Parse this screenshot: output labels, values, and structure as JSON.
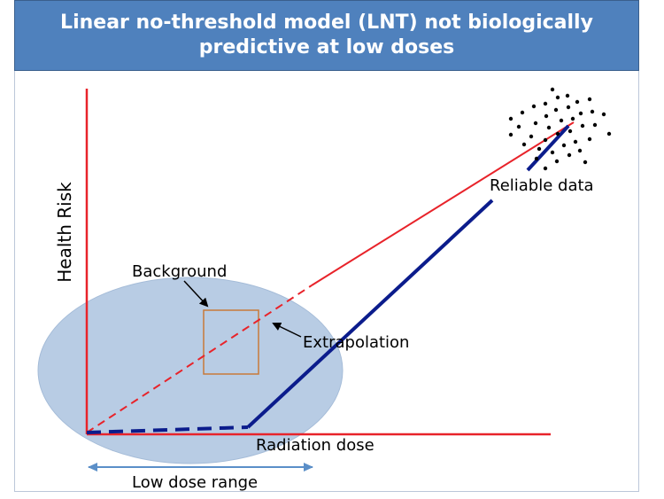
{
  "title": "Linear no-threshold model  (LNT) not biologically predictive at low doses",
  "labels": {
    "y_axis": "Health Risk",
    "x_axis": "Radiation dose",
    "background": "Background",
    "extrapolation": "Extrapolation",
    "reliable_data": "Reliable data",
    "low_dose_range": "Low dose range"
  },
  "colors": {
    "title_bg": "#4f81bd",
    "axis": "#e8232a",
    "lnt_line": "#e8232a",
    "threshold_line": "#0b1c8c",
    "ellipse_fill": "#b8cce4",
    "background_box": "#c87a3a",
    "range_arrow": "#5b8fc8"
  },
  "icons": {
    "arrow_to_box": "black-arrow",
    "arrow_to_extrapolation": "black-arrow",
    "range_arrow": "double-headed-arrow"
  }
}
